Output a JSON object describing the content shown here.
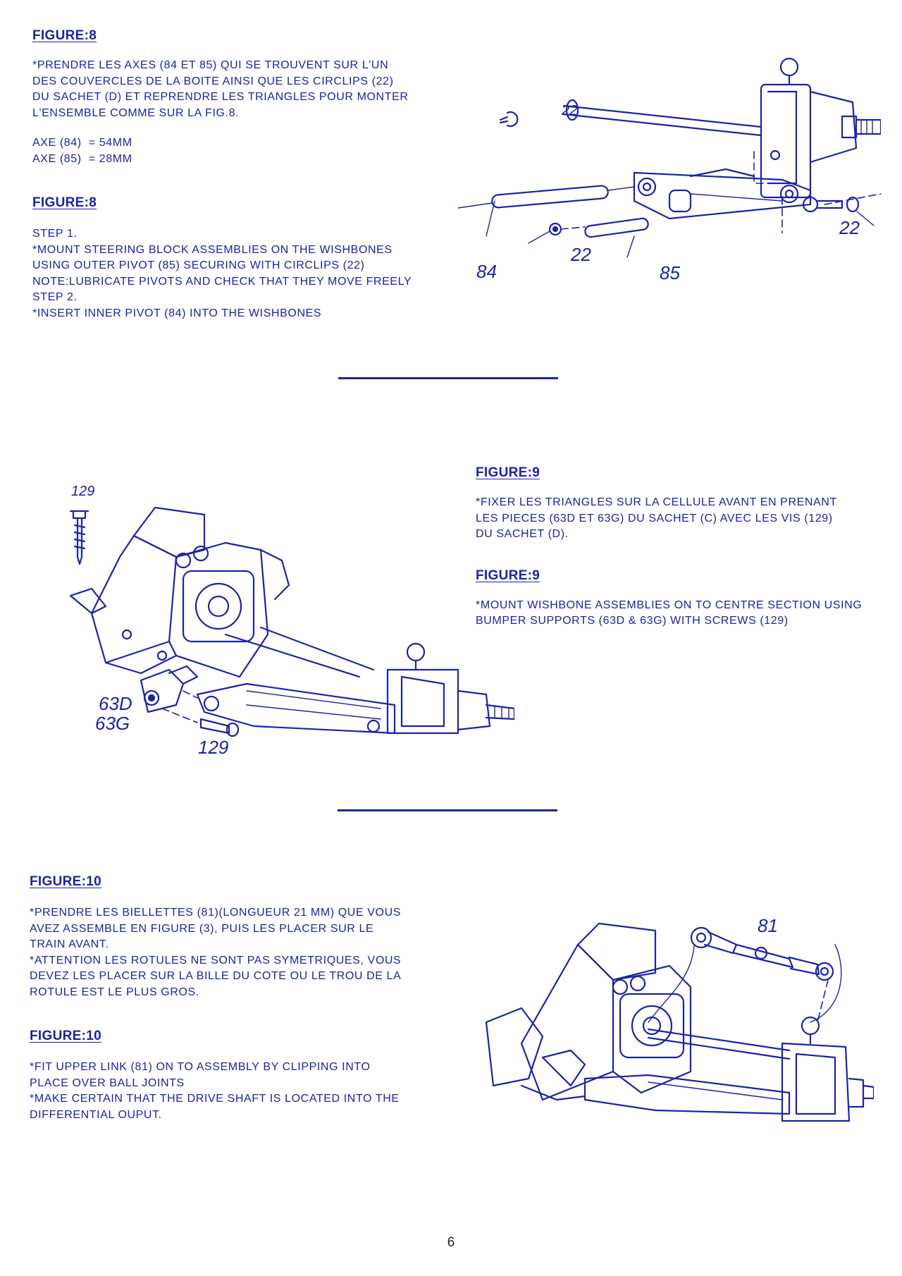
{
  "sections": [
    {
      "fr_heading": "FIGURE:8",
      "fr_text": "  *PRENDRE LES AXES (84 ET 85) QUI SE TROUVENT SUR L'UN\nDES COUVERCLES DE LA BOITE AINSI QUE LES CIRCLIPS (22)\nDU SACHET (D) ET REPRENDRE LES TRIANGLES POUR MONTER\nL'ENSEMBLE COMME SUR LA FIG.8.",
      "specs": [
        "AXE (84)  = 54mm",
        "AXE (85)  = 28mm"
      ],
      "en_heading": "FIGURE:8",
      "en_text": "STEP 1.\n   *MOUNT STEERING BLOCK ASSEMBLIES ON THE WISHBONES\nUSING OUTER PIVOT (85) SECURING WITH CIRCLIPS (22)\nNOTE:LUBRICATE PIVOTS AND CHECK THAT THEY MOVE FREELY\nSTEP 2.\n   *INSERT INNER PIVOT (84) INTO THE WISHBONES",
      "callouts": [
        "22",
        "22",
        "22",
        "84",
        "85"
      ]
    },
    {
      "fr_heading": "FIGURE:9",
      "fr_text": "   *FIXER LES TRIANGLES SUR LA CELLULE AVANT EN PRENANT\nLES PIECES (63D ET 63G) DU SACHET (C) AVEC LES VIS (129)\nDU SACHET (D).",
      "en_heading": "FIGURE:9",
      "en_text": "   *MOUNT WISHBONE ASSEMBLIES ON TO CENTRE SECTION USING\nBUMPER SUPPORTS (63D & 63G) WITH SCREWS (129)",
      "callouts": [
        "129",
        "63D",
        "63G",
        "129"
      ]
    },
    {
      "fr_heading": "FIGURE:10",
      "fr_text": "  *PRENDRE LES BIELLETTES (81)(LONGUEUR 21 mm)  QUE VOUS\nAVEZ ASSEMBLE EN FIGURE (3), PUIS LES PLACER SUR LE\nTRAIN AVANT.\n  *ATTENTION LES ROTULES NE SONT PAS SYMETRIQUES, VOUS\nDEVEZ LES PLACER SUR LA BILLE DU COTE OU LE TROU DE LA\nROTULE EST LE PLUS GROS.",
      "en_heading": "FIGURE:10",
      "en_text": "   *FIT UPPER LINK (81) ON TO ASSEMBLY BY CLIPPING INTO\nPLACE OVER BALL JOINTS\n   *MAKE CERTAIN THAT THE DRIVE SHAFT IS LOCATED INTO THE\nDIFFERENTIAL OUPUT.",
      "callouts": [
        "81"
      ]
    }
  ],
  "page_number": "6",
  "colors": {
    "ink": "#1b23a8"
  }
}
